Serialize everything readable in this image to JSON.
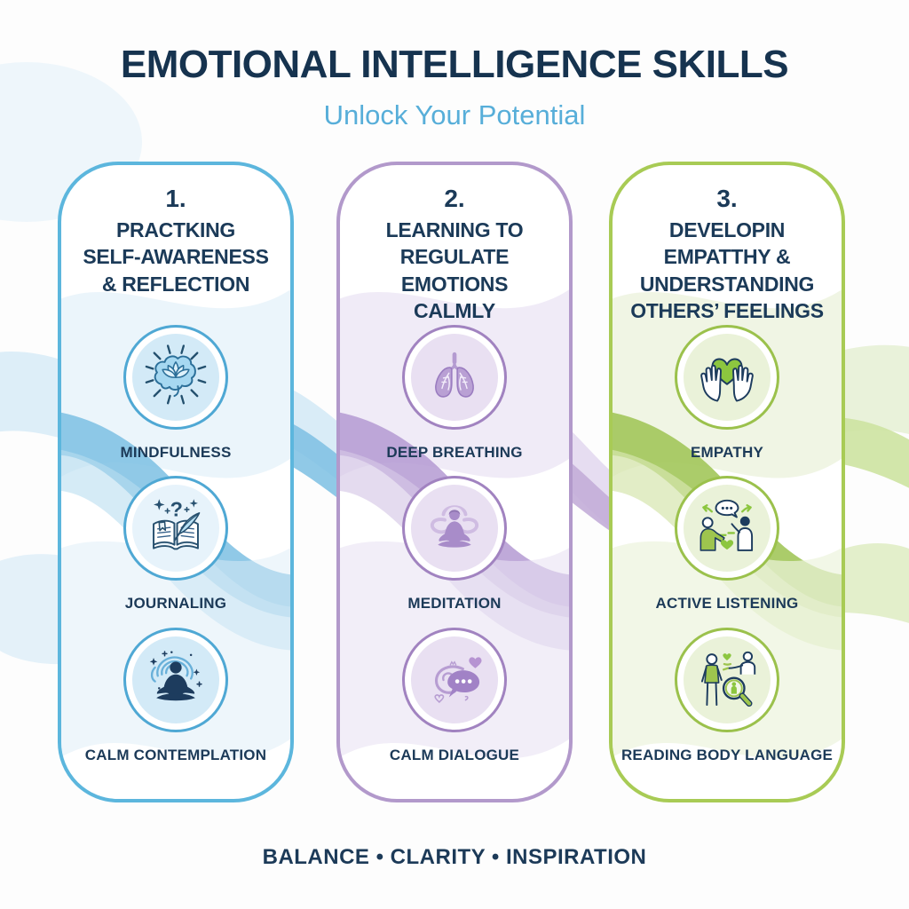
{
  "header": {
    "title": "EMOTIONAL INTELLIGENCE SKILLS",
    "subtitle": "Unlock Your Potential"
  },
  "columns": [
    {
      "number": "1.",
      "title_lines": [
        "PRACTKING",
        "SELF-AWARENESS",
        "& REFLECTION"
      ],
      "accent": "#5cb6dd",
      "items": [
        {
          "icon": "brain-lotus-icon",
          "label": "MINDFULNESS"
        },
        {
          "icon": "journal-quill-icon",
          "label": "JOURNALING"
        },
        {
          "icon": "meditating-silhouette-icon",
          "label": "CALM CONTEMPLATION"
        }
      ]
    },
    {
      "number": "2.",
      "title_lines": [
        "LEARNING TO",
        "REGULATE",
        "EMOTIONS",
        "CALMLY"
      ],
      "accent": "#b299cb",
      "items": [
        {
          "icon": "lungs-icon",
          "label": "DEEP BREATHING"
        },
        {
          "icon": "meditation-figure-icon",
          "label": "MEDITATION"
        },
        {
          "icon": "chat-bubble-hearts-icon",
          "label": "CALM DIALOGUE"
        }
      ]
    },
    {
      "number": "3.",
      "title_lines": [
        "DEVELOPIN",
        "EMPATTHY &",
        "UNDERSTANDING",
        "OTHERS’ FEELINGS"
      ],
      "accent": "#a8cb55",
      "items": [
        {
          "icon": "hands-holding-heart-icon",
          "label": "EMPATHY"
        },
        {
          "icon": "conversation-icon",
          "label": "ACTIVE LISTENING"
        },
        {
          "icon": "body-language-magnifier-icon",
          "label": "READING BODY LANGUAGE"
        }
      ]
    }
  ],
  "footer": {
    "tagline": "BALANCE • CLARITY • INSPIRATION"
  },
  "colors": {
    "title_navy": "#16334f",
    "subtitle_blue": "#57aed9",
    "label_navy": "#1c3a58"
  }
}
